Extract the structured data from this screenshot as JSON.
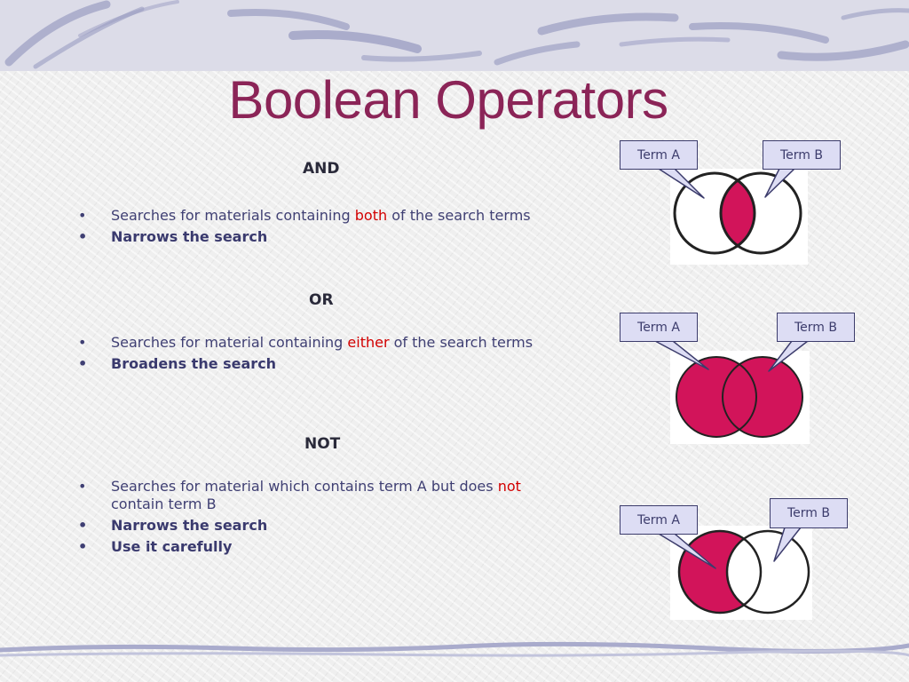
{
  "slide": {
    "title": "Boolean Operators",
    "colors": {
      "title": "#8b2457",
      "highlight": "#d20000",
      "body_text": "#3f3f73",
      "venn_fill": "#d2145a",
      "callout_fill": "#ddddf4"
    }
  },
  "sections": {
    "and": {
      "heading": "AND",
      "bullet1_pre": "Searches for materials containing ",
      "bullet1_em": "both",
      "bullet1_post": " of the search terms",
      "bullet2": "Narrows the search"
    },
    "or": {
      "heading": "OR",
      "bullet1_pre": "Searches for material containing ",
      "bullet1_em": "either",
      "bullet1_post": " of the search terms",
      "bullet2": "Broadens the search"
    },
    "not": {
      "heading": "NOT",
      "bullet1_pre": "Searches for material which contains term A but does ",
      "bullet1_em": "not",
      "bullet1_post": " contain term B",
      "bullet2": "Narrows the search",
      "bullet3": "Use it carefully"
    }
  },
  "diagrams": {
    "and": {
      "term_a": "Term A",
      "term_b": "Term B"
    },
    "or": {
      "term_a": "Term A",
      "term_b": "Term B"
    },
    "not": {
      "term_a": "Term A",
      "term_b": "Term B"
    }
  },
  "icons": {
    "bullet": "•"
  }
}
